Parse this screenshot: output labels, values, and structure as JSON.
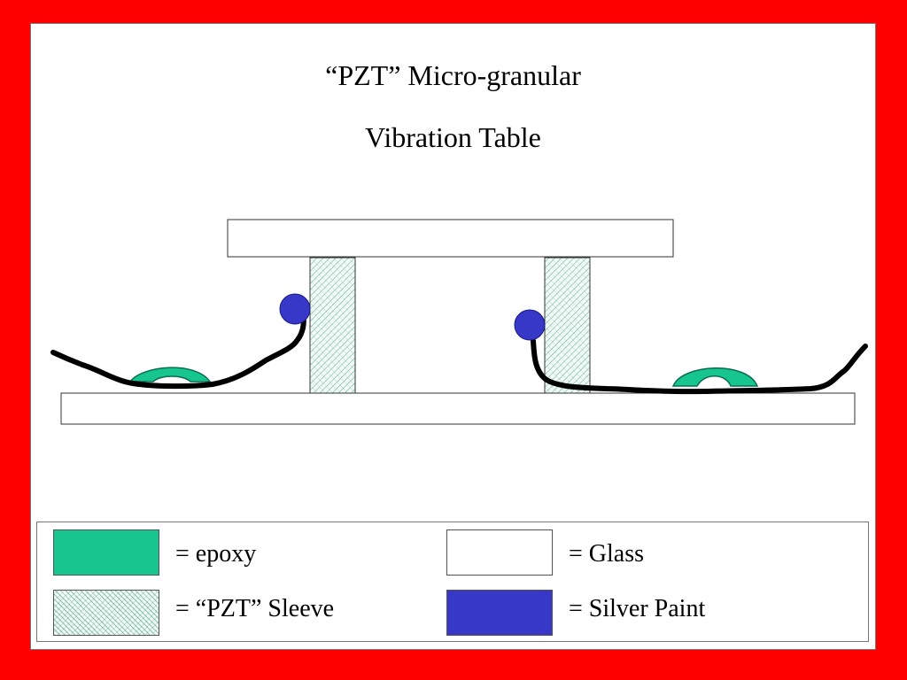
{
  "title": {
    "line1": "“PZT” Micro-granular",
    "line2": "Vibration Table"
  },
  "colors": {
    "border": "#ff0000",
    "background": "#ffffff",
    "epoxy": "#17c68f",
    "pzt_sleeve_hatch": "#3c9678",
    "glass": "#ffffff",
    "silver_paint": "#3737c8",
    "wire": "#000000"
  },
  "legend": {
    "epoxy_label": "= epoxy",
    "sleeve_label": "= “PZT” Sleeve",
    "glass_label": "= Glass",
    "silver_label": "= Silver Paint"
  }
}
